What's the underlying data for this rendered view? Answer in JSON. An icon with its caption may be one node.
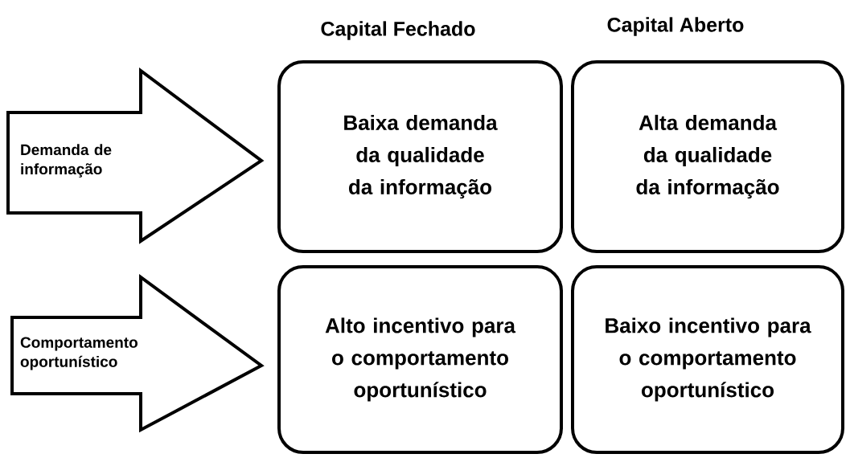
{
  "diagram": {
    "nodes": [
      {
        "text": [
          "Demanda de informação"
        ]
      },
      {
        "text": [
          "Baixa demanda da qualidade da informação"
        ]
      },
      {
        "text": [
          "Alta demanda da qualidade da informação"
        ]
      },
      {
        "text": [
          "Comportamento oportunístico"
        ]
      },
      {
        "text": [
          "Alto incentivo para o comportamento oportunístico"
        ]
      },
      {
        "text": [
          "Baixo incentivo para o comportamento oportunístico"
        ]
      }
    ],
    "labels": [
      "Capital Fechado",
      "Capital Aberto"
    ]
  }
}
